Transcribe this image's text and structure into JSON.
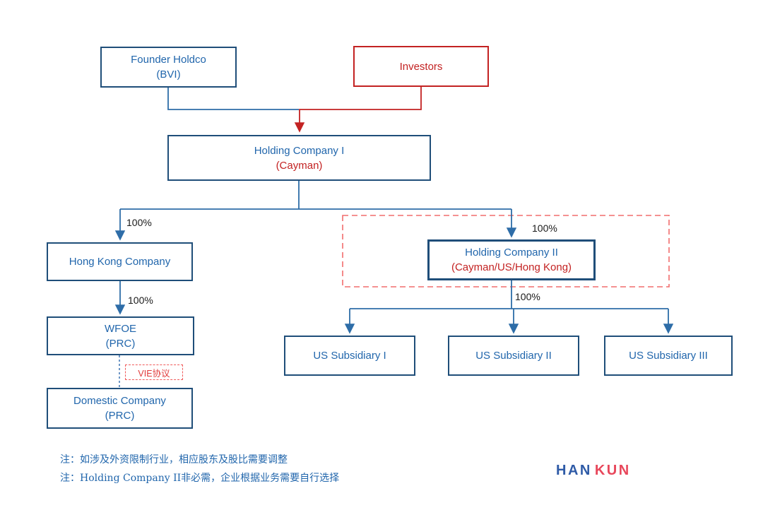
{
  "diagram": {
    "title": "VIE / offshore corporate structure diagram",
    "nodes": {
      "founder_holdco": {
        "line1": "Founder Holdco",
        "line2": "(BVI)"
      },
      "investors": {
        "line1": "Investors"
      },
      "holding_company_1": {
        "line1": "Holding Company I",
        "line2": "(Cayman)"
      },
      "hong_kong_company": {
        "line1": "Hong Kong Company"
      },
      "wfoe": {
        "line1": "WFOE",
        "line2": "(PRC)"
      },
      "domestic_company": {
        "line1": "Domestic Company",
        "line2": "(PRC)"
      },
      "holding_company_2": {
        "line1": "Holding Company II",
        "line2": "(Cayman/US/Hong Kong)"
      },
      "us_subsidiary_1": {
        "line1": "US Subsidiary I"
      },
      "us_subsidiary_2": {
        "line1": "US Subsidiary II"
      },
      "us_subsidiary_3": {
        "line1": "US Subsidiary III"
      }
    },
    "edge_labels": {
      "hk_pct": "100%",
      "wfoe_pct": "100%",
      "hc2_pct": "100%",
      "us_subs_pct": "100%"
    },
    "vie_label": "VIE协议",
    "notes": {
      "line1": "注：如涉及外资限制行业，相应股东及股比需要调整",
      "line2": "注：Holding Company II非必需，企业根据业务需要自行选择"
    },
    "logo": {
      "part1": "HAN",
      "part2": "KUN"
    },
    "colors": {
      "box_border_blue": "#1F4E79",
      "text_blue": "#2166AC",
      "line_blue": "#2E6DA8",
      "solid_red": "#C32222",
      "dashed_red": "#F26D6D",
      "note_blue": "#2166AC",
      "logo_blue": "#2F5BA7",
      "logo_red": "#E8475B"
    }
  }
}
